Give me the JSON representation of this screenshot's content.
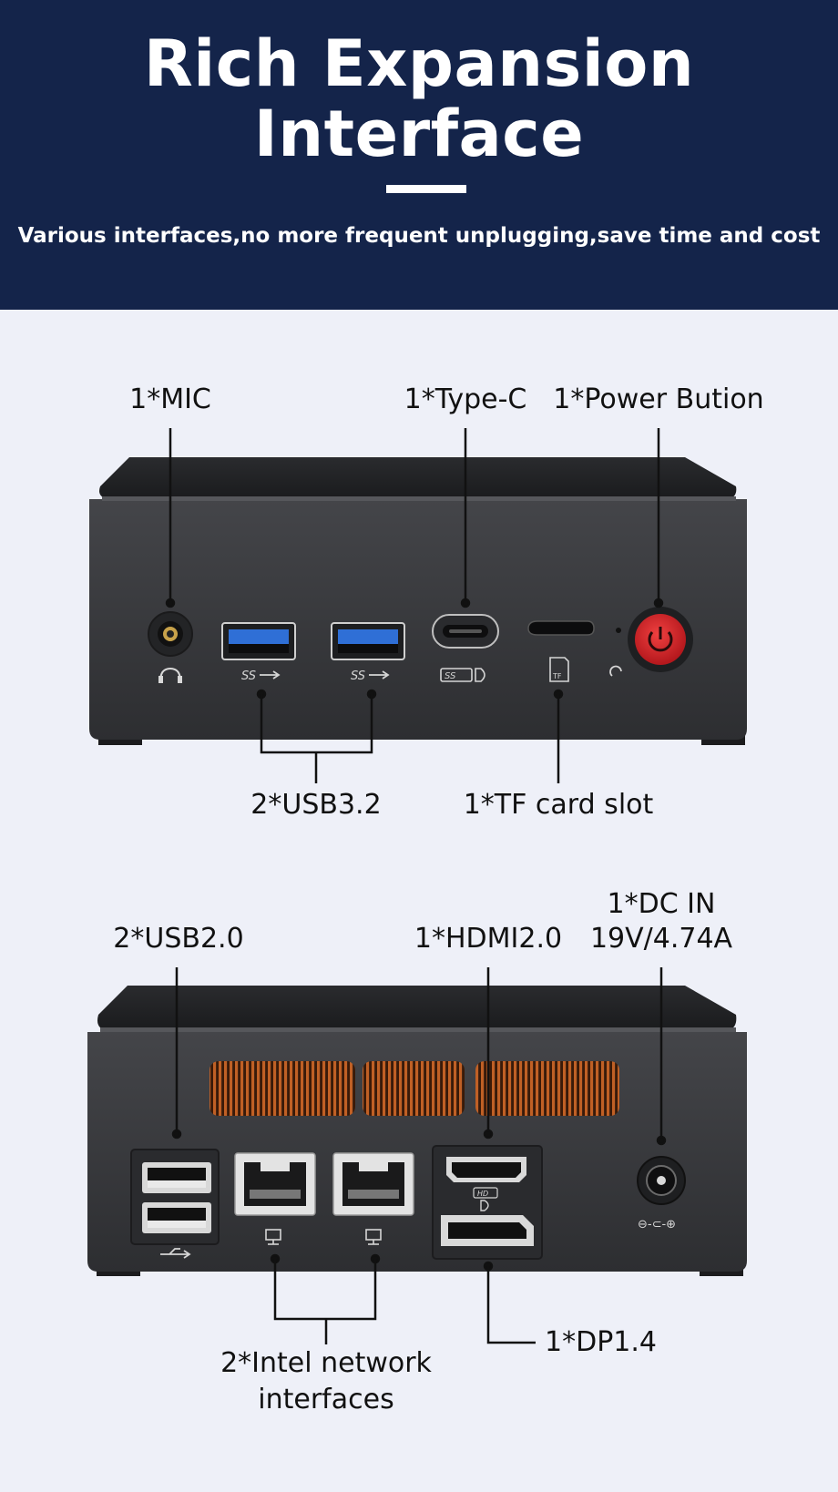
{
  "header": {
    "title_line1": "Rich Expansion",
    "title_line2": "Interface",
    "subtitle": "Various interfaces,no more frequent unplugging,save time and cost"
  },
  "front_panel": {
    "labels": {
      "mic": "1*MIC",
      "type_c": "1*Type-C",
      "power": "1*Power Bution",
      "usb32": "2*USB3.2",
      "tf": "1*TF card slot"
    },
    "port_marks": {
      "ss_usb": "SS",
      "ss_typec": "SS",
      "tf_icon": "TF"
    }
  },
  "rear_panel": {
    "labels": {
      "usb20": "2*USB2.0",
      "hdmi": "1*HDMI2.0",
      "dc_line1": "1*DC IN",
      "dc_line2": "19V/4.74A",
      "network_line1": "2*Intel network",
      "network_line2": "interfaces",
      "dp": "1*DP1.4"
    },
    "port_marks": {
      "hdmi_mark": "HD",
      "dc_polarity": "⊖-⊂-⊕"
    }
  },
  "colors": {
    "header_bg": "#14244a",
    "page_bg": "#eef0f8",
    "device_body": "#38393d",
    "usb3_blue": "#2f6fd6",
    "power_red": "#d9252b",
    "vent_copper": "#b5541c"
  }
}
